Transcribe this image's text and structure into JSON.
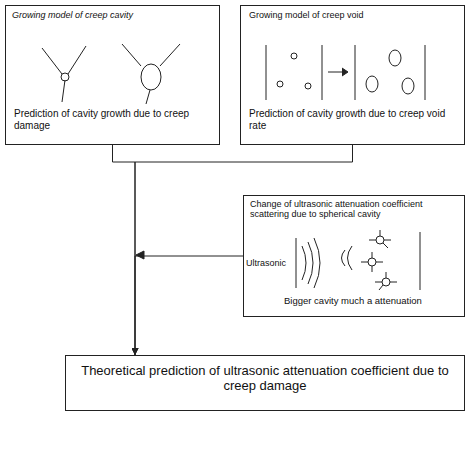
{
  "diagram": {
    "nodes": [
      {
        "text": [
          "Growing model of creep cavity",
          "Prediction of cavity growth due to creep damage"
        ]
      },
      {
        "text": [
          "Growing model of creep void",
          "Prediction of cavity growth due to creep void rate"
        ]
      },
      {
        "text": [
          "Change of ultrasonic attenuation coefficient scattering due to spherical cavity",
          "Ultrasonic",
          "Bigger cavity much a attenuation"
        ]
      },
      {
        "text": [
          "Theoretical prediction of ultrasonic attenuation coefficient due to creep damage"
        ]
      }
    ],
    "edges": [
      {
        "from": 0,
        "to": 3,
        "arrow": "to"
      },
      {
        "from": 1,
        "to": 3,
        "arrow": "to"
      },
      {
        "from": 2,
        "to": 3,
        "arrow": "to"
      }
    ]
  }
}
